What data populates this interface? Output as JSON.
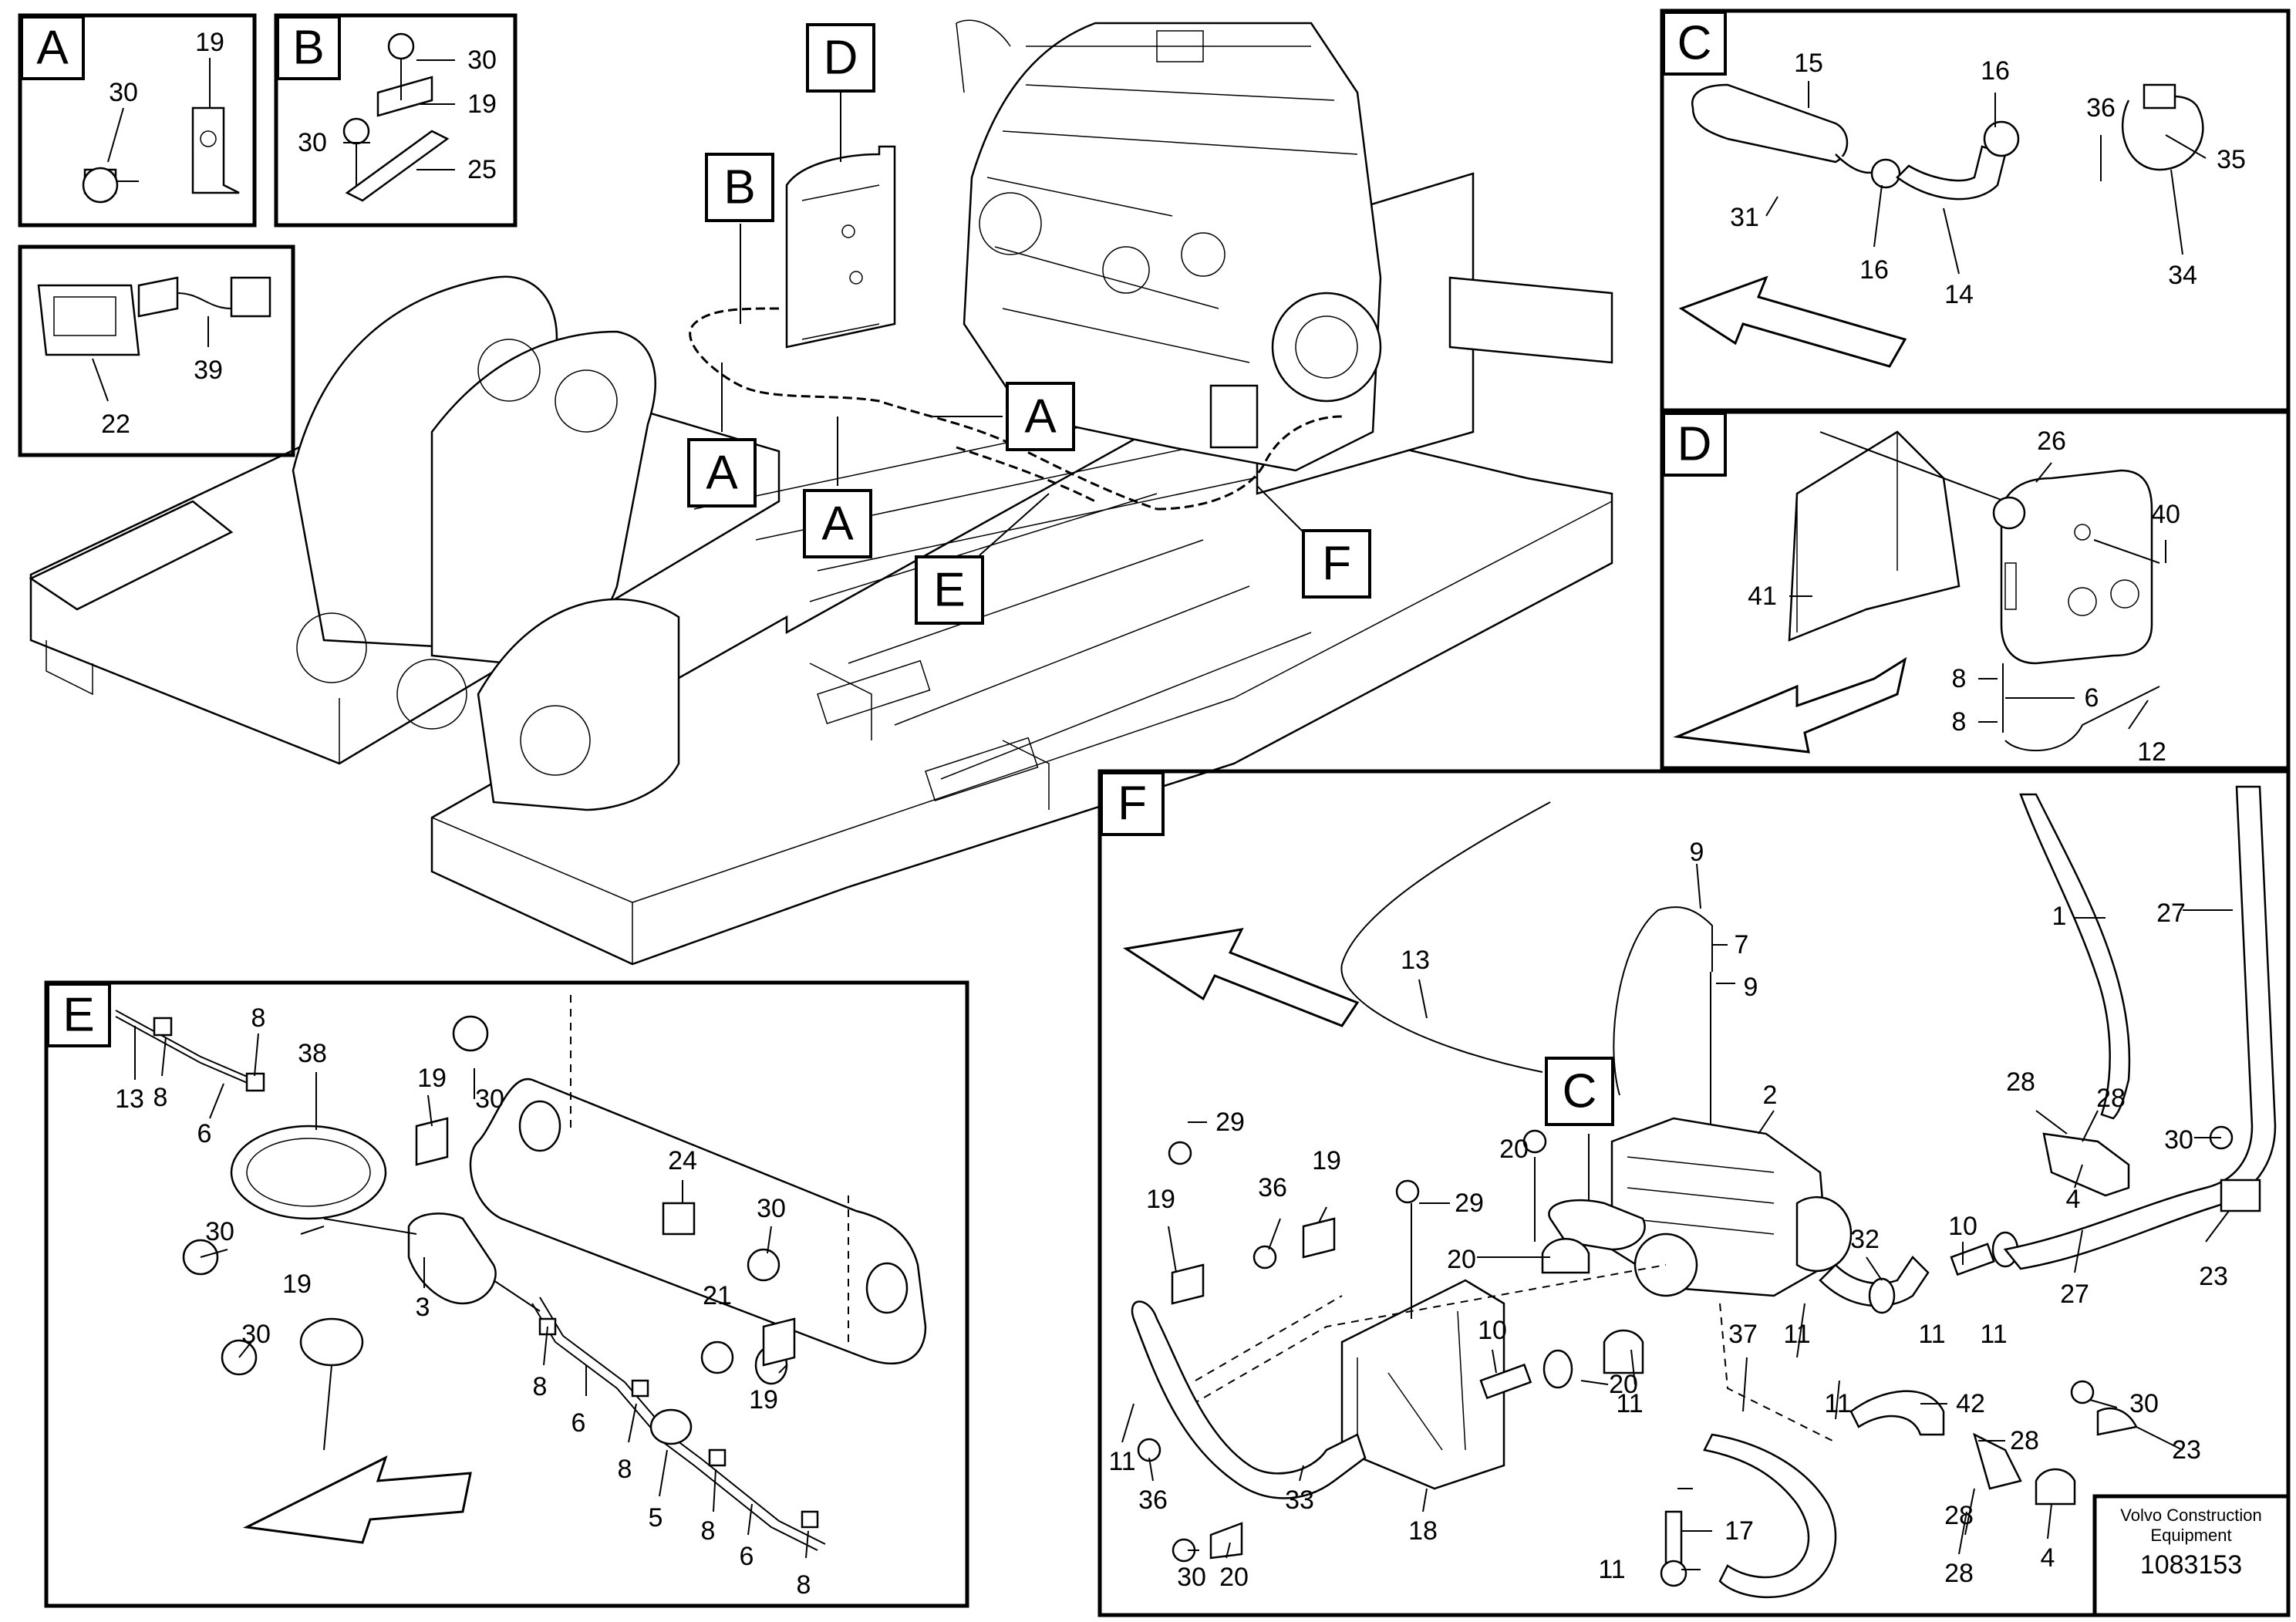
{
  "panels": {
    "A": "A",
    "B": "B",
    "C": "C",
    "D": "D",
    "E": "E",
    "F": "F"
  },
  "main_callouts": {
    "A1": "A",
    "A2": "A",
    "A3": "A",
    "B": "B",
    "D": "D",
    "E": "E",
    "F": "F"
  },
  "panel_f_callout": "C",
  "labels": {
    "A": [
      "19",
      "30"
    ],
    "B": [
      "30",
      "19",
      "30",
      "25"
    ],
    "K": [
      "22",
      "39"
    ],
    "C": [
      "15",
      "16",
      "36",
      "35",
      "31",
      "16",
      "14",
      "34"
    ],
    "D": [
      "26",
      "40",
      "41",
      "8",
      "6",
      "8",
      "12"
    ],
    "E": [
      "8",
      "38",
      "13",
      "8",
      "6",
      "19",
      "30",
      "24",
      "30",
      "19",
      "3",
      "30",
      "30",
      "21",
      "8",
      "6",
      "8",
      "19",
      "5",
      "8",
      "6",
      "8"
    ],
    "F": [
      "9",
      "7",
      "9",
      "13",
      "1",
      "27",
      "2",
      "29",
      "20",
      "28",
      "28",
      "30",
      "19",
      "36",
      "29",
      "19",
      "4",
      "10",
      "32",
      "20",
      "27",
      "23",
      "11",
      "11",
      "11",
      "10",
      "20",
      "11",
      "37",
      "42",
      "30",
      "11",
      "28",
      "23",
      "11",
      "17",
      "36",
      "33",
      "18",
      "28",
      "4",
      "28",
      "11",
      "30",
      "20"
    ]
  },
  "footer": {
    "brand_line1": "Volvo Construction",
    "brand_line2": "Equipment",
    "ref_number": "1083153"
  }
}
